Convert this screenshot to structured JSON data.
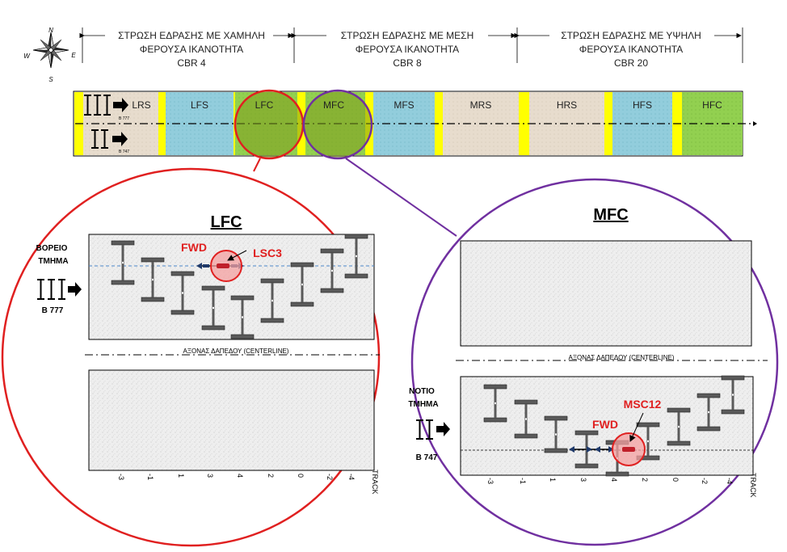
{
  "compass": {
    "n": "N",
    "s": "S",
    "e": "E",
    "w": "W"
  },
  "sections": [
    {
      "line1": "ΣΤΡΩΣΗ ΕΔΡΑΣΗΣ ΜΕ ΧΑΜΗΛΗ",
      "line2": "ΦΕΡΟΥΣΑ ΙΚΑΝΟΤΗΤΑ",
      "line3": "CBR 4"
    },
    {
      "line1": "ΣΤΡΩΣΗ ΕΔΡΑΣΗΣ ΜΕ ΜΕΣΗ",
      "line2": "ΦΕΡΟΥΣΑ ΙΚΑΝΟΤΗΤΑ",
      "line3": "CBR 8"
    },
    {
      "line1": "ΣΤΡΩΣΗ ΕΔΡΑΣΗΣ ΜΕ ΥΨΗΛΗ",
      "line2": "ΦΕΡΟΥΣΑ ΙΚΑΝΟΤΗΤΑ",
      "line3": "CBR 20"
    }
  ],
  "strip": {
    "segments": [
      "LRS",
      "LFS",
      "LFC",
      "MFC",
      "MFS",
      "MRS",
      "HRS",
      "HFS",
      "HFC"
    ],
    "aircraft_top": "B 777",
    "aircraft_bottom": "B 747"
  },
  "lfc": {
    "title": "LFC",
    "side_label_1": "ΒΟΡΕΙΟ",
    "side_label_2": "ΤΜΗΜΑ",
    "aircraft": "B 777",
    "fwd": "FWD",
    "sensor": "LSC3",
    "centerline": "ΑΞΟΝΑΣ ΔΑΠΕΔΟΥ (CENTERLINE)",
    "tracks": [
      "-3",
      "-1",
      "1",
      "3",
      "4",
      "2",
      "0",
      "-2",
      "-4"
    ],
    "track_label": "TRACK"
  },
  "mfc": {
    "title": "MFC",
    "side_label_1": "ΝΟΤΙΟ",
    "side_label_2": "ΤΜΗΜΑ",
    "aircraft": "B 747",
    "fwd": "FWD",
    "sensor": "MSC12",
    "centerline": "ΑΞΟΝΑΣ ΔΑΠΕΔΟΥ (CENTERLINE)",
    "tracks": [
      "-3",
      "-1",
      "1",
      "3",
      "4",
      "2",
      "0",
      "-2",
      "-4"
    ],
    "track_label": "TRACK"
  },
  "colors": {
    "yellow": "#ffff00",
    "tan": "#e7dccd",
    "blue": "#92cddc",
    "green": "#92d050",
    "red": "#e02020",
    "purple": "#7030a0"
  }
}
